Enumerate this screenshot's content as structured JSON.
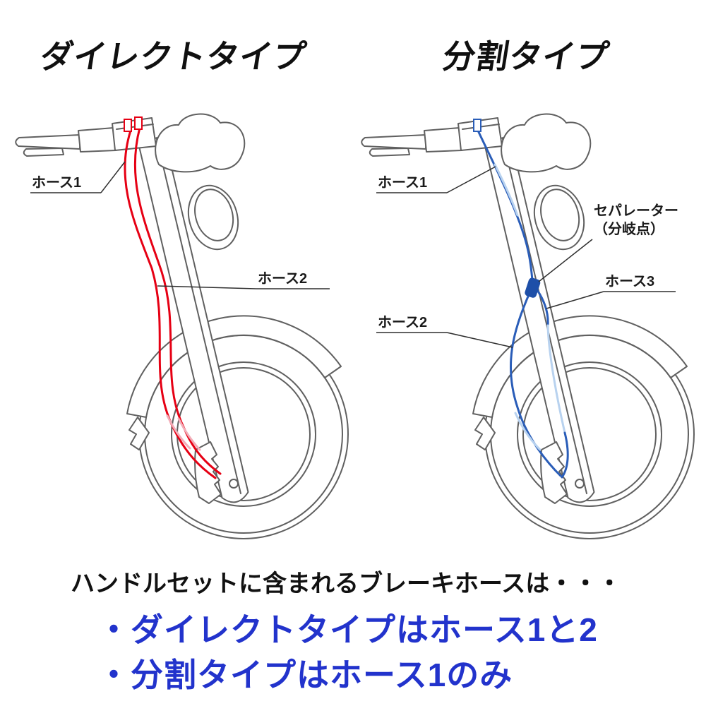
{
  "page": {
    "background_color": "#ffffff"
  },
  "diagrams": {
    "direct": {
      "title": "ダイレクトタイプ",
      "hose_color": "#e60014",
      "hose_hidden_color": "#f2adb8",
      "labels": {
        "hose1": "ホース1",
        "hose2": "ホース2"
      }
    },
    "split": {
      "title": "分割タイプ",
      "hose_color": "#2a5db8",
      "hose_hidden_color": "#b8d2ef",
      "separator_color": "#1e4fa8",
      "labels": {
        "hose1": "ホース1",
        "hose2": "ホース2",
        "hose3": "ホース3",
        "separator_line1": "セパレーター",
        "separator_line2": "（分岐点）"
      }
    }
  },
  "footer": {
    "intro": "ハンドルセットに含まれるブレーキホースは・・・",
    "bullets": [
      "・ダイレクトタイプはホース1と2",
      "・分割タイプはホース1のみ"
    ],
    "bullet_color": "#2233cc"
  },
  "colors": {
    "line_art": "#606060",
    "label_text": "#1a1a1a",
    "hose_red": "#e60014",
    "hose_red_hidden": "#f2adb8",
    "hose_blue": "#2a5db8",
    "hose_blue_hidden": "#b8d2ef",
    "separator_blue": "#1e4fa8",
    "footer_blue": "#2233cc"
  }
}
